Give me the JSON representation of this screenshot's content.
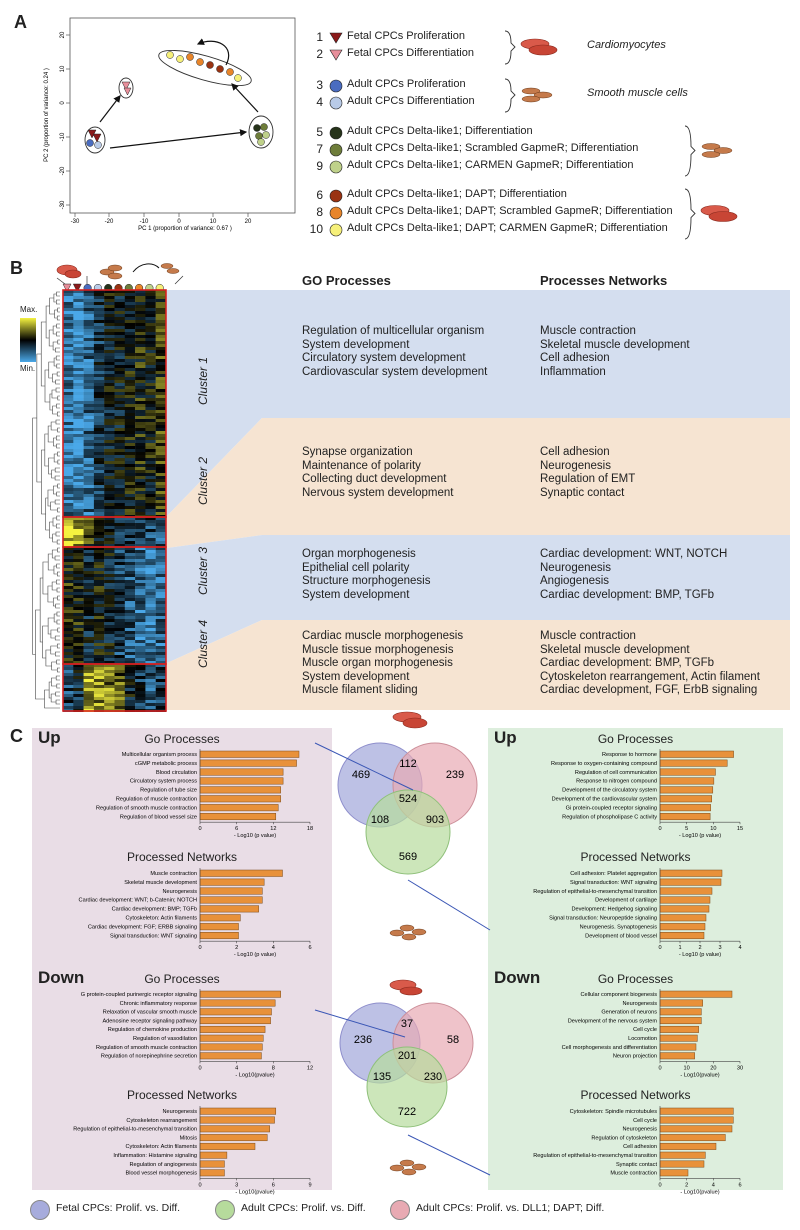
{
  "panel_labels": {
    "a": "A",
    "b": "B",
    "c": "C"
  },
  "panel_a": {
    "pca": {
      "xlabel": "PC 1 (proportion of variance:  0.67 )",
      "ylabel": "PC 2 (proportion of variance:  0.24 )",
      "x_ticks": [
        "-30",
        "-20",
        "-10",
        "0",
        "10",
        "20"
      ],
      "y_ticks": [
        "20",
        "10",
        "0",
        "-10",
        "-20",
        "-30"
      ]
    },
    "legend_groups": [
      {
        "items": [
          {
            "num": "1",
            "label": "Fetal CPCs Proliferation",
            "color": "#8b1a1a",
            "shape": "triangle"
          },
          {
            "num": "2",
            "label": "Fetal CPCs Differentiation",
            "color": "#e88f9b",
            "shape": "triangle"
          }
        ],
        "note": "Cardiomyocytes",
        "icon": "cardiomyocytes-icon"
      },
      {
        "items": [
          {
            "num": "3",
            "label": "Adult CPCs Proliferation",
            "color": "#4a6cc0",
            "shape": "circle"
          },
          {
            "num": "4",
            "label": "Adult CPCs Differentiation",
            "color": "#b9cbe8",
            "shape": "circle"
          }
        ],
        "note": "Smooth muscle cells",
        "icon": "smooth-muscle-icon"
      },
      {
        "items": [
          {
            "num": "5",
            "label": "Adult CPCs Delta-like1; Differentiation",
            "color": "#26331a",
            "shape": "circle"
          },
          {
            "num": "7",
            "label": "Adult CPCs Delta-like1; Scrambled GapmeR; Differentiation",
            "color": "#6e7d3a",
            "shape": "circle"
          },
          {
            "num": "9",
            "label": "Adult CPCs Delta-like1; CARMEN GapmeR; Differentiation",
            "color": "#bfd18a",
            "shape": "circle"
          }
        ],
        "note": "",
        "icon": "smooth-muscle-icon"
      },
      {
        "items": [
          {
            "num": "6",
            "label": "Adult CPCs Delta-like1; DAPT; Differentiation",
            "color": "#9a3312",
            "shape": "circle"
          },
          {
            "num": "8",
            "label": "Adult CPCs Delta-like1; DAPT; Scrambled GapmeR; Differentiation",
            "color": "#e8852a",
            "shape": "circle"
          },
          {
            "num": "10",
            "label": "Adult CPCs Delta-like1; DAPT; CARMEN GapmeR; Differentiation",
            "color": "#f6f07a",
            "shape": "circle"
          }
        ],
        "note": "",
        "icon": "cardiomyocytes-icon"
      }
    ]
  },
  "panel_b": {
    "scale": {
      "max": "Max.",
      "min": "Min."
    },
    "headers": {
      "go": "GO Processes",
      "networks": "Processes Networks"
    },
    "clusters": [
      {
        "name": "Cluster 1",
        "color": "#d4deef",
        "go": [
          "Regulation of multicellular organism",
          "System development",
          "Circulatory system development",
          "Cardiovascular system development"
        ],
        "networks": [
          "Muscle contraction",
          "Skeletal muscle development",
          "Cell adhesion",
          "Inflammation"
        ]
      },
      {
        "name": "Cluster 2",
        "color": "#f6e4d2",
        "go": [
          "Synapse organization",
          "Maintenance of polarity",
          "Collecting duct development",
          "Nervous system development"
        ],
        "networks": [
          "Cell adhesion",
          "Neurogenesis",
          "Regulation of EMT",
          "Synaptic contact"
        ]
      },
      {
        "name": "Cluster 3",
        "color": "#d4deef",
        "go": [
          "Organ morphogenesis",
          "Epithelial cell polarity",
          "Structure morphogenesis",
          "System development"
        ],
        "networks": [
          "Cardiac development: WNT, NOTCH",
          "Neurogenesis",
          "Angiogenesis",
          "Cardiac development: BMP, TGFb"
        ]
      },
      {
        "name": "Cluster 4",
        "color": "#f6e4d2",
        "go": [
          "Cardiac muscle morphogenesis",
          "Muscle tissue morphogenesis",
          "Muscle organ morphogenesis",
          "System development",
          "Muscle filament sliding"
        ],
        "networks": [
          "Muscle contraction",
          "Skeletal muscle development",
          "Cardiac development: BMP, TGFb",
          "Cytoskeleton rearrangement, Actin filament",
          "Cardiac development, FGF, ErbB signaling"
        ]
      }
    ]
  },
  "panel_c": {
    "bar_color": "#e8913a",
    "up_label": "Up",
    "down_label": "Down",
    "go_title": "Go Processes",
    "net_title": "Processed Networks",
    "boxes": [
      {
        "id": "up-left",
        "bg": "#e9dde6",
        "go": {
          "labels": [
            "Multicellular organism process",
            "cGMP metabolic process",
            "Blood circulation",
            "Circulatory system process",
            "Regulation of tube size",
            "Regulation of muscle contraction",
            "Regulation of smooth muscle contraction",
            "Regulation of blood vessel size"
          ],
          "values": [
            16.2,
            15.8,
            13.6,
            13.6,
            13.2,
            13.2,
            12.8,
            12.4
          ],
          "max": 18,
          "ticks": [
            "0",
            "6",
            "12",
            "18"
          ],
          "xlabel": "- Log10 (p value)"
        },
        "net": {
          "labels": [
            "Muscle contraction",
            "Skeletal muscle development",
            "Neurogenesis",
            "Cardiac development: WNT; b-Catenin; NOTCH",
            "Cardiac development: BMP; TGFb",
            "Cytoskeleton: Actin filaments",
            "Cardiac development: FGF; ERBB signaling",
            "Signal transduction: WNT signaling"
          ],
          "values": [
            4.5,
            3.5,
            3.4,
            3.4,
            3.2,
            2.2,
            2.1,
            2.1
          ],
          "max": 6,
          "ticks": [
            "0",
            "2",
            "4",
            "6"
          ],
          "xlabel": "- Log10 (p value)"
        }
      },
      {
        "id": "up-right",
        "bg": "#ddeedd",
        "go": {
          "labels": [
            "Response to hormone",
            "Response to oxygen-containing compound",
            "Regulation of cell communication",
            "Response to nitrogen compound",
            "Development of the circulatory system",
            "Development of the cardiovascular system",
            "Gi protein-coupled receptor signaling",
            "Regulation of phospholipase C activity"
          ],
          "values": [
            13.8,
            12.6,
            10.4,
            10.1,
            9.9,
            9.7,
            9.5,
            9.4
          ],
          "max": 15,
          "ticks": [
            "0",
            "5",
            "10",
            "15"
          ],
          "xlabel": "- Log10 (p value)"
        },
        "net": {
          "labels": [
            "Cell adhesion: Platelet aggregation",
            "Signal transduction: WNT signaling",
            "Regulation of epithelial-to-mesenchymal transition",
            "Development of cartilage",
            "Development: Hedgehog signaling",
            "Signal transduction: Neuropeptide signaling",
            "Neurogenesis. Synaptogenesis",
            "Development of blood vessel"
          ],
          "values": [
            3.1,
            3.05,
            2.6,
            2.5,
            2.45,
            2.3,
            2.25,
            2.2
          ],
          "max": 4,
          "ticks": [
            "0",
            "1",
            "2",
            "3",
            "4"
          ],
          "xlabel": "- Log10 (p value)"
        }
      },
      {
        "id": "down-left",
        "bg": "#e9dde6",
        "go": {
          "labels": [
            "G protein-coupled purinergic receptor signaling",
            "Chronic inflammatory response",
            "Relaxation of vascular smooth muscle",
            "Adenosine receptor signaling pathway",
            "Regulation of chemokine production",
            "Regulation of vasodilation",
            "Regulation of smooth muscle contraction",
            "Regulation of norepinephrine secretion"
          ],
          "values": [
            8.8,
            8.2,
            7.8,
            7.7,
            7.1,
            6.9,
            6.8,
            6.7
          ],
          "max": 12,
          "ticks": [
            "0",
            "4",
            "8",
            "12"
          ],
          "xlabel": "- Log10(pvalue)"
        },
        "net": {
          "labels": [
            "Neurogenesis",
            "Cytoskeleton rearrangement",
            "Regulation of epithelial-to-mesenchymal transition",
            "Mitosis",
            "Cytoskeleton: Actin filaments",
            "Inflammation: Histamine signaling",
            "Regulation of angiogenesis",
            "Blood vessel morphogenesis"
          ],
          "values": [
            6.2,
            6.1,
            5.7,
            5.5,
            4.5,
            2.2,
            2.0,
            2.0
          ],
          "max": 9,
          "ticks": [
            "0",
            "3",
            "6",
            "9"
          ],
          "xlabel": "- Log10(pvalue)"
        }
      },
      {
        "id": "down-right",
        "bg": "#ddeedd",
        "go": {
          "labels": [
            "Cellular component biogenesis",
            "Neurogenesis",
            "Generation of neurons",
            "Development of the nervous system",
            "Cell cycle",
            "Locomotion",
            "Cell morphogenesis and differentiation",
            "Neuron projection"
          ],
          "values": [
            27,
            16,
            15.5,
            15.5,
            14.5,
            14,
            13.5,
            13
          ],
          "max": 30,
          "ticks": [
            "0",
            "10",
            "20",
            "30"
          ],
          "xlabel": "- Log10(pvalue)"
        },
        "net": {
          "labels": [
            "Cytoskeleton: Spindle microtubules",
            "Cell cycle",
            "Neurogenesis",
            "Regulation of cytoskeleton",
            "Cell adhesion",
            "Regulation of epithelial-to-mesenchymal transition",
            "Synaptic contact",
            "Muscle contraction"
          ],
          "values": [
            5.5,
            5.5,
            5.4,
            4.9,
            4.2,
            3.4,
            3.3,
            2.1
          ],
          "max": 6,
          "ticks": [
            "0",
            "2",
            "4",
            "6"
          ],
          "xlabel": "- Log10(pvalue)"
        }
      }
    ],
    "venn_up": {
      "a_only": "469",
      "ab": "112",
      "b_only": "239",
      "center": "524",
      "ac": "108",
      "bc": "903",
      "c_only": "569"
    },
    "venn_down": {
      "a_only": "236",
      "ab": "37",
      "b_only": "58",
      "center": "201",
      "ac": "135",
      "bc": "230",
      "c_only": "722"
    },
    "bottom_legend": [
      {
        "label": "Fetal CPCs: Prolif. vs. Diff.",
        "color": "#a7acdc"
      },
      {
        "label": "Adult CPCs: Prolif. vs. Diff.",
        "color": "#b6db9c"
      },
      {
        "label": "Adult CPCs: Prolif. vs. DLL1; DAPT; Diff.",
        "color": "#e8aab3"
      }
    ]
  }
}
